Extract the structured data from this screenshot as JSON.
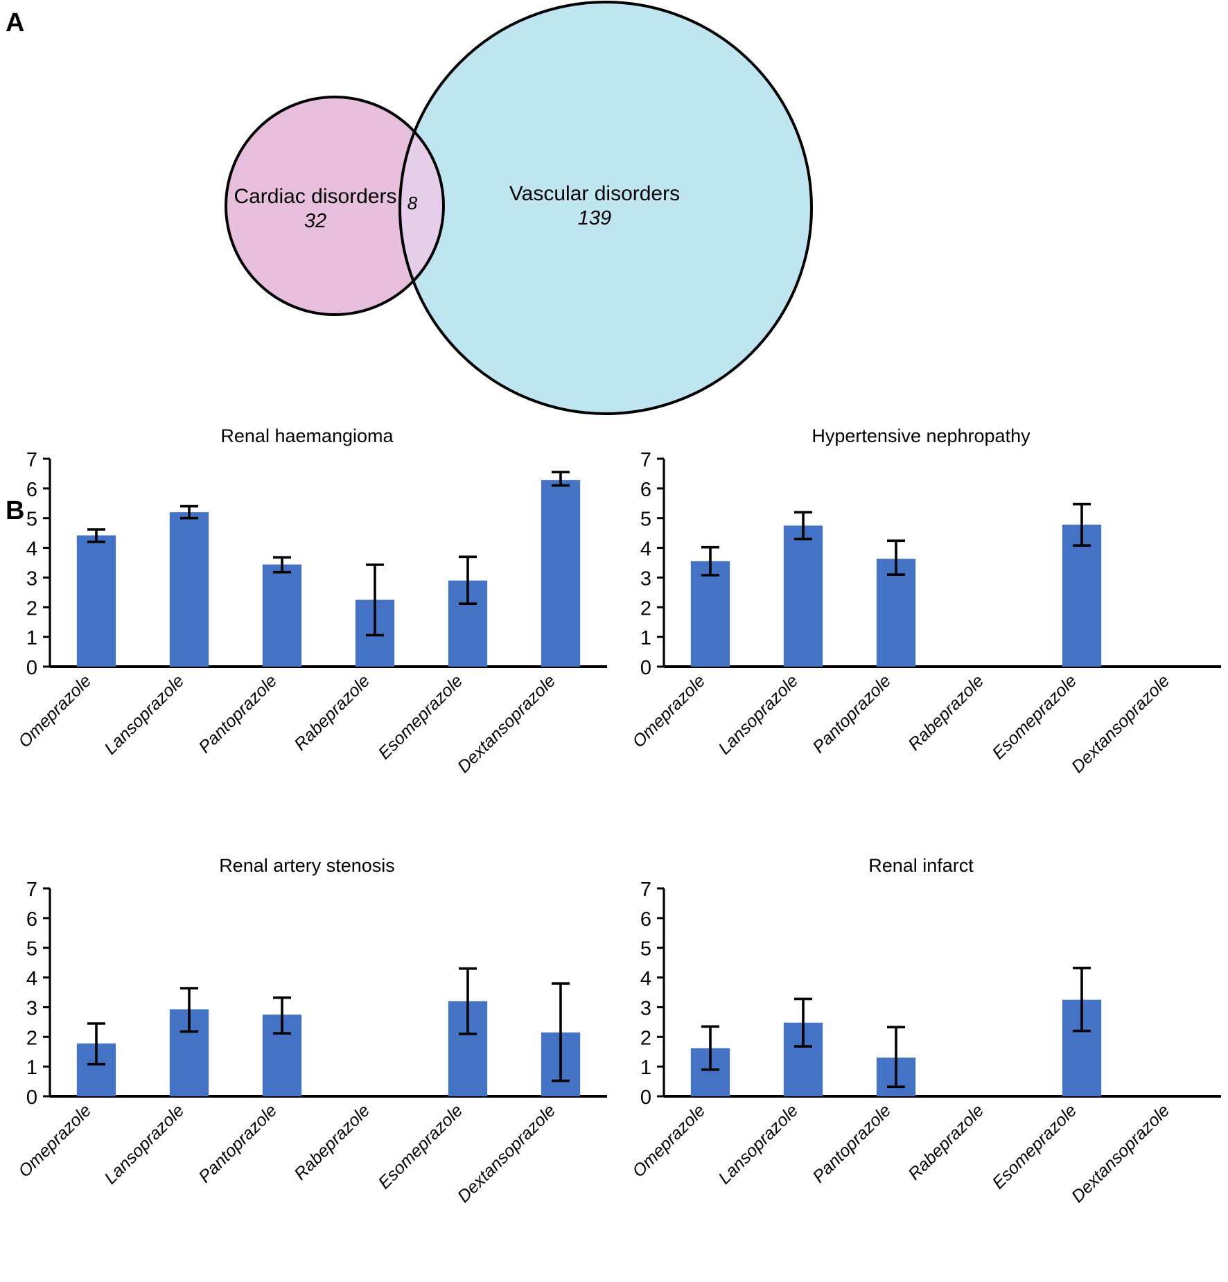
{
  "figure": {
    "panel_a_letter": "A",
    "panel_b_letter": "B"
  },
  "venn": {
    "left_label": "Cardiac disorders",
    "left_count": "32",
    "overlap_count": "8",
    "right_label": "Vascular disorders",
    "right_count": "139",
    "left_fill": "#E7BFDD",
    "right_fill": "#BFE5F0",
    "overlap_fill": "#E6CDE9",
    "stroke": "#000000"
  },
  "chart_data": [
    {
      "type": "bar",
      "title": "Renal haemangioma",
      "xlabel": "",
      "ylabel": "",
      "ylim": [
        0,
        7
      ],
      "yticks": [
        0,
        1,
        2,
        3,
        4,
        5,
        6,
        7
      ],
      "grid": false,
      "legend": "none",
      "bar_color": "#4472C4",
      "categories": [
        "Omeprazole",
        "Lansoprazole",
        "Pantoprazole",
        "Rabeprazole",
        "Esomeprazole",
        "Dextansoprazole"
      ],
      "values": [
        4.42,
        5.2,
        3.44,
        2.25,
        2.9,
        6.28
      ],
      "err_low": [
        4.2,
        5.0,
        3.18,
        1.06,
        2.12,
        6.1
      ],
      "err_high": [
        4.62,
        5.4,
        3.68,
        3.43,
        3.7,
        6.55
      ]
    },
    {
      "type": "bar",
      "title": "Hypertensive nephropathy",
      "xlabel": "",
      "ylabel": "",
      "ylim": [
        0,
        7
      ],
      "yticks": [
        0,
        1,
        2,
        3,
        4,
        5,
        6,
        7
      ],
      "grid": false,
      "legend": "none",
      "bar_color": "#4472C4",
      "categories": [
        "Omeprazole",
        "Lansoprazole",
        "Pantoprazole",
        "Rabeprazole",
        "Esomeprazole",
        "Dextansoprazole"
      ],
      "values": [
        3.55,
        4.75,
        3.63,
        null,
        4.78,
        null
      ],
      "err_low": [
        3.08,
        4.3,
        3.1,
        null,
        4.08,
        null
      ],
      "err_high": [
        4.02,
        5.2,
        4.24,
        null,
        5.47,
        null
      ]
    },
    {
      "type": "bar",
      "title": "Renal artery stenosis",
      "xlabel": "",
      "ylabel": "",
      "ylim": [
        0,
        7
      ],
      "yticks": [
        0,
        1,
        2,
        3,
        4,
        5,
        6,
        7
      ],
      "grid": false,
      "legend": "none",
      "bar_color": "#4472C4",
      "categories": [
        "Omeprazole",
        "Lansoprazole",
        "Pantoprazole",
        "Rabeprazole",
        "Esomeprazole",
        "Dextansoprazole"
      ],
      "values": [
        1.78,
        2.93,
        2.75,
        null,
        3.2,
        2.15
      ],
      "err_low": [
        1.08,
        2.18,
        2.12,
        null,
        2.1,
        0.52
      ],
      "err_high": [
        2.45,
        3.64,
        3.32,
        null,
        4.3,
        3.8
      ]
    },
    {
      "type": "bar",
      "title": "Renal infarct",
      "xlabel": "",
      "ylabel": "",
      "ylim": [
        0,
        7
      ],
      "yticks": [
        0,
        1,
        2,
        3,
        4,
        5,
        6,
        7
      ],
      "grid": false,
      "legend": "none",
      "bar_color": "#4472C4",
      "categories": [
        "Omeprazole",
        "Lansoprazole",
        "Pantoprazole",
        "Rabeprazole",
        "Esomeprazole",
        "Dextansoprazole"
      ],
      "values": [
        1.62,
        2.48,
        1.3,
        null,
        3.25,
        null
      ],
      "err_low": [
        0.9,
        1.68,
        0.32,
        null,
        2.2,
        null
      ],
      "err_high": [
        2.35,
        3.28,
        2.33,
        null,
        4.32,
        null
      ]
    }
  ]
}
